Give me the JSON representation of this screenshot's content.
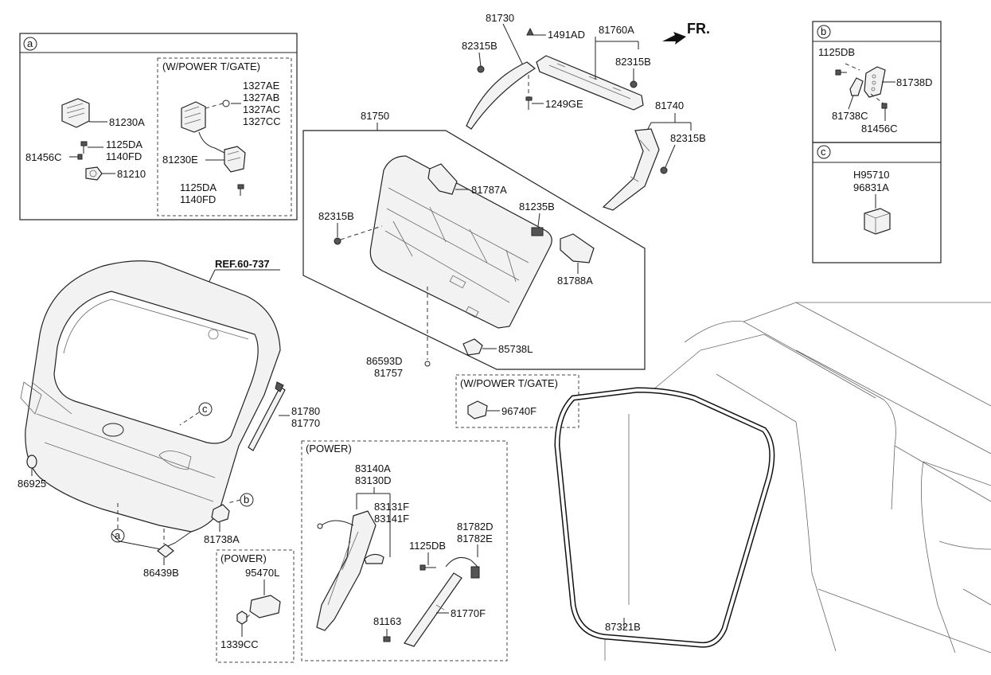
{
  "direction": "FR.",
  "reference": "REF.60-737",
  "detail_markers": [
    "a",
    "b",
    "c"
  ],
  "detail_a": {
    "marker": "a",
    "labels": [
      "81230A",
      "1125DA",
      "1140FD",
      "81456C",
      "81210"
    ],
    "power_tgate": {
      "title": "(W/POWER T/GATE)",
      "labels": [
        "1327AE",
        "1327AB",
        "1327AC",
        "1327CC",
        "81230E",
        "1125DA",
        "1140FD"
      ]
    }
  },
  "detail_b": {
    "marker": "b",
    "labels": [
      "1125DB",
      "81738D",
      "81738C",
      "81456C"
    ]
  },
  "detail_c": {
    "marker": "c",
    "labels": [
      "H95710",
      "96831A"
    ]
  },
  "trim_group": {
    "labels": [
      "81750",
      "81787A",
      "81235B",
      "82315B",
      "81788A",
      "85738L",
      "86593D",
      "81757"
    ]
  },
  "upper_trims": {
    "labels": [
      "81730",
      "1491AD",
      "81760A",
      "82315B",
      "82315B",
      "1249GE",
      "81740",
      "82315B"
    ]
  },
  "power_box_small": {
    "title": "(W/POWER T/GATE)",
    "labels": [
      "96740F"
    ]
  },
  "power_box_strut": {
    "title": "(POWER)",
    "labels": [
      "83140A",
      "83130D",
      "83131F",
      "83141F",
      "1125DB",
      "81782D",
      "81782E",
      "81163",
      "81770F"
    ]
  },
  "power_box_module": {
    "title": "(POWER)",
    "labels": [
      "95470L",
      "1339CC"
    ]
  },
  "tailgate_labels": [
    "81780",
    "81770",
    "86925",
    "81738A",
    "86439B"
  ],
  "seal_label": "87321B"
}
